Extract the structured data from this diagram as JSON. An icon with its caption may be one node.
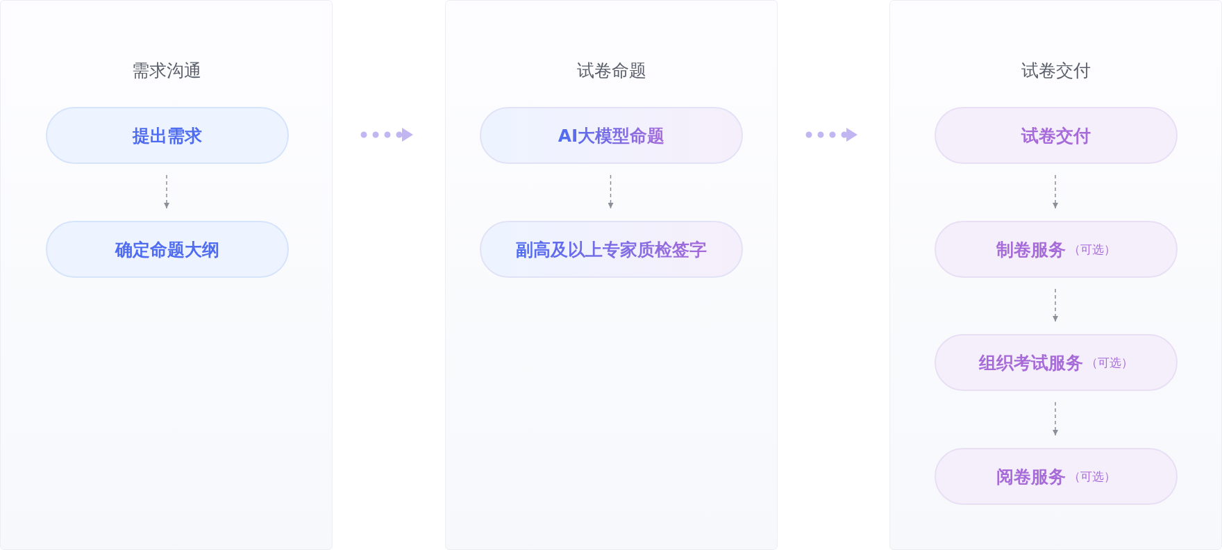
{
  "diagram": {
    "nodes": [
      {
        "text": [
          "需求沟通"
        ]
      },
      {
        "text": [
          "提出需求"
        ],
        "in": 0
      },
      {
        "text": [
          "确定命题大纲"
        ],
        "in": 0
      },
      {
        "text": [
          "试卷命题"
        ]
      },
      {
        "text": [
          "AI大模型命题"
        ],
        "in": 3
      },
      {
        "text": [
          "副高及以上专家质检签字"
        ],
        "in": 3
      },
      {
        "text": [
          "试卷交付"
        ]
      },
      {
        "text": [
          "试卷交付"
        ],
        "in": 6
      },
      {
        "text": [
          "制卷服务",
          "（可选）"
        ],
        "in": 6
      },
      {
        "text": [
          "组织考试服务",
          "（可选）"
        ],
        "in": 6
      },
      {
        "text": [
          "阅卷服务",
          "（可选）"
        ],
        "in": 6
      }
    ],
    "edges": [
      {
        "from": 1,
        "to": 2,
        "arrow": "to",
        "style": "dashed"
      },
      {
        "from": 0,
        "to": 3,
        "arrow": "to",
        "style": "dashed",
        "color": "#c2b6f2"
      },
      {
        "from": 4,
        "to": 5,
        "arrow": "to",
        "style": "dashed"
      },
      {
        "from": 3,
        "to": 6,
        "arrow": "to",
        "style": "dashed",
        "color": "#c2b6f2"
      },
      {
        "from": 7,
        "to": 8,
        "arrow": "to",
        "style": "dashed"
      },
      {
        "from": 8,
        "to": 9,
        "arrow": "to",
        "style": "dashed"
      },
      {
        "from": 9,
        "to": 10,
        "arrow": "to",
        "style": "dashed"
      }
    ]
  }
}
